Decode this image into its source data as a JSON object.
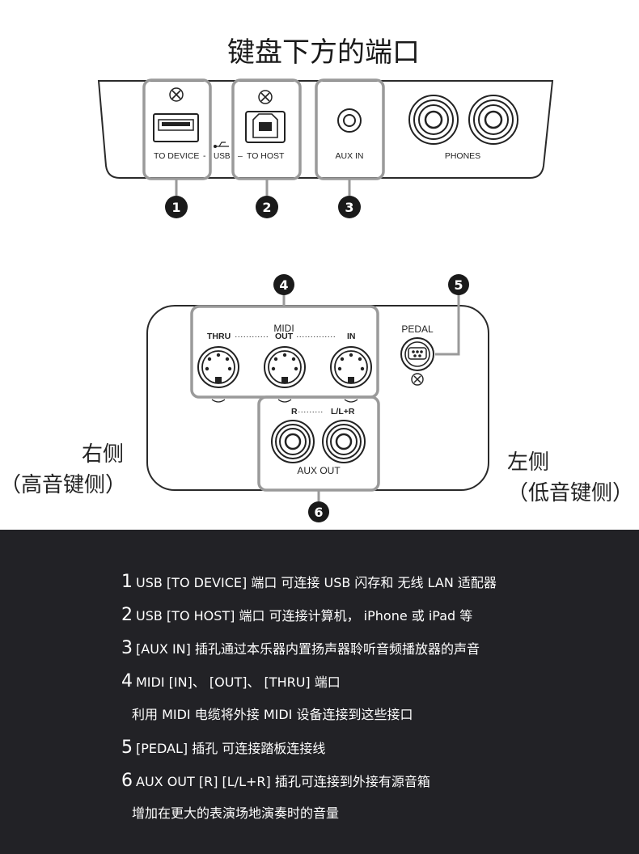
{
  "title": "键盘下方的端口",
  "top_panel": {
    "to_device": "TO DEVICE",
    "usb": "USB",
    "to_host": "TO HOST",
    "aux_in": "AUX IN",
    "phones": "PHONES",
    "callouts": [
      "1",
      "2",
      "3"
    ]
  },
  "bottom_panel": {
    "midi": "MIDI",
    "thru": "THRU",
    "out": "OUT",
    "in": "IN",
    "pedal": "PEDAL",
    "aux_r": "R",
    "aux_llr": "L/L+R",
    "aux_out": "AUX  OUT",
    "callouts": [
      "4",
      "5",
      "6"
    ]
  },
  "side_labels": {
    "right": "右侧",
    "right_sub": "（高音键侧）",
    "left": "左侧",
    "left_sub": "（低音键侧）"
  },
  "descriptions": [
    {
      "num": "1",
      "text": "USB [TO DEVICE] 端口 可连接 USB 闪存和 无线 LAN 适配器"
    },
    {
      "num": "2",
      "text": "USB [TO HOST] 端口 可连接计算机， iPhone 或 iPad 等"
    },
    {
      "num": "3",
      "text": "[AUX IN] 插孔通过本乐器内置扬声器聆听音频播放器的声音"
    },
    {
      "num": "4",
      "text": "MIDI [IN]、 [OUT]、 [THRU] 端口",
      "sub": "利用 MIDI 电缆将外接 MIDI 设备连接到这些接口"
    },
    {
      "num": "5",
      "text": "[PEDAL] 插孔 可连接踏板连接线"
    },
    {
      "num": "6",
      "text": "AUX OUT [R] [L/L+R] 插孔可连接到外接有源音箱",
      "sub": "增加在更大的表演场地演奏时的音量"
    }
  ]
}
